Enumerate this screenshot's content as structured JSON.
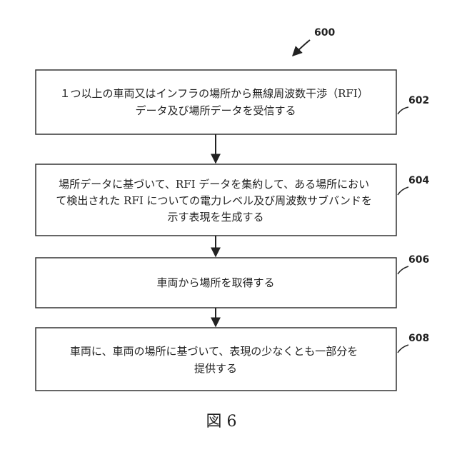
{
  "diagram": {
    "figure_number": "600",
    "steps": [
      {
        "ref": "602",
        "lines": [
          "１つ以上の車両又はインフラの場所から無線周波数干渉（RFI）",
          "データ及び場所データを受信する"
        ]
      },
      {
        "ref": "604",
        "lines": [
          "場所データに基づいて、RFI データを集約して、ある場所におい",
          "て検出された RFI についての電力レベル及び周波数サブバンドを",
          "示す表現を生成する"
        ]
      },
      {
        "ref": "606",
        "lines": [
          "車両から場所を取得する"
        ]
      },
      {
        "ref": "608",
        "lines": [
          "車両に、車両の場所に基づいて、表現の少なくとも一部分を",
          "提供する"
        ]
      }
    ],
    "caption": "図 6"
  }
}
